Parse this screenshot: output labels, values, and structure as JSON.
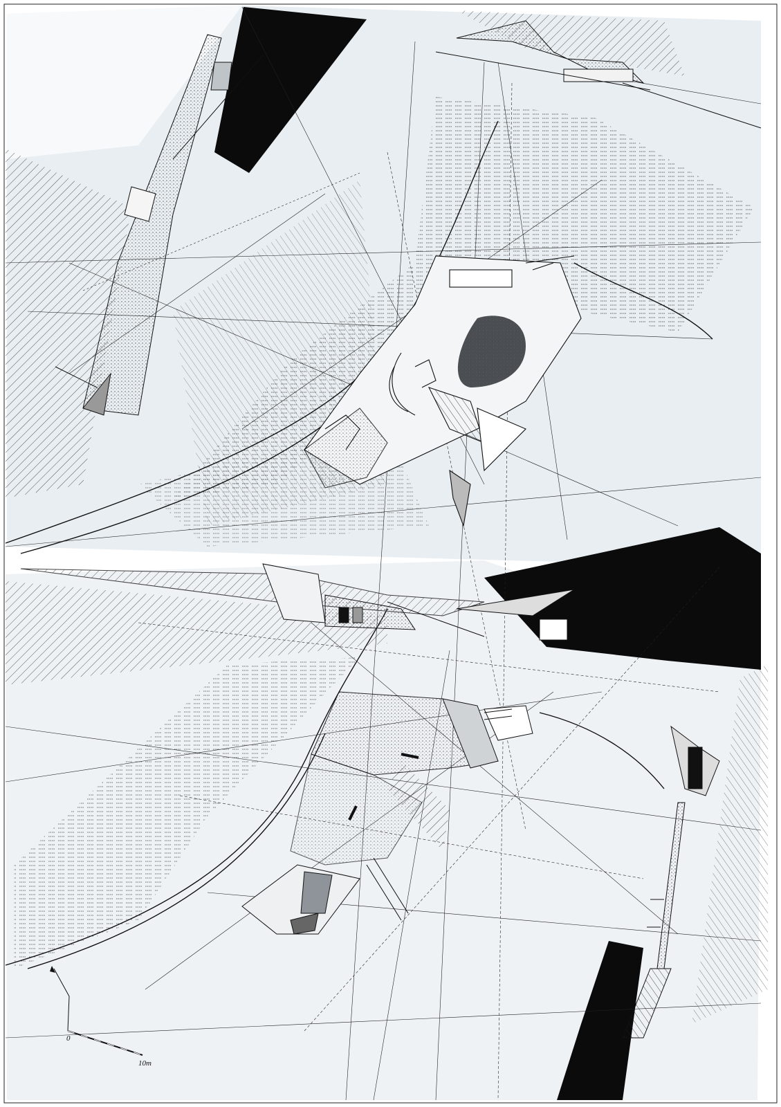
{
  "drawing": {
    "kind": "architectural-plan-composition",
    "colors": {
      "paper": "#ffffff",
      "panel": "#e9eef2",
      "ink": "#111111",
      "solid": "#0b0b0b",
      "tone": "#c9ced2",
      "stipple": "#8d9398"
    }
  },
  "scale_bar": {
    "origin_label": "0",
    "end_label": "10m"
  }
}
